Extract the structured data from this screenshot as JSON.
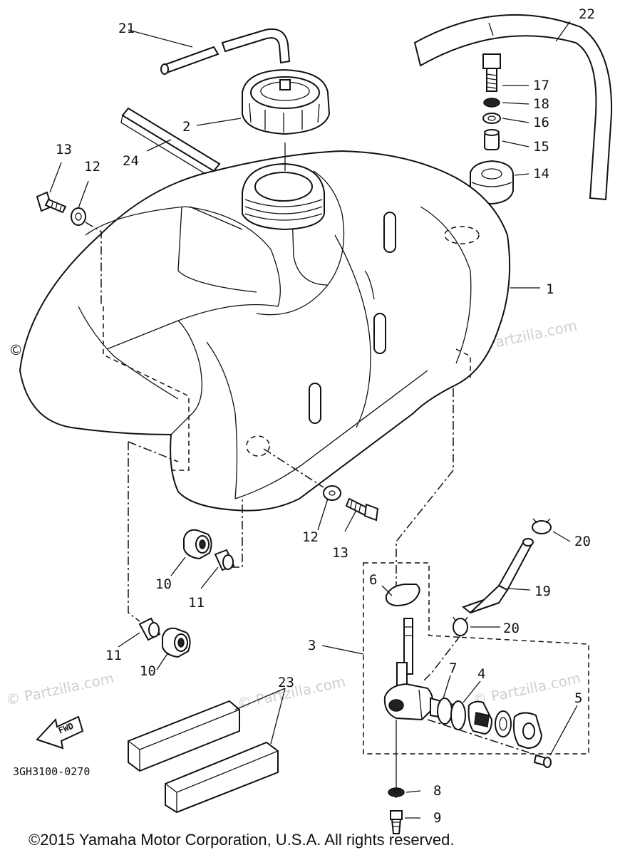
{
  "callouts": {
    "c1": "1",
    "c2": "2",
    "c3": "3",
    "c4": "4",
    "c5": "5",
    "c6": "6",
    "c7": "7",
    "c8": "8",
    "c9": "9",
    "c10a": "10",
    "c10b": "10",
    "c11a": "11",
    "c11b": "11",
    "c12a": "12",
    "c12b": "12",
    "c13a": "13",
    "c13b": "13",
    "c14": "14",
    "c15": "15",
    "c16": "16",
    "c17": "17",
    "c18": "18",
    "c19": "19",
    "c20a": "20",
    "c20b": "20",
    "c21": "21",
    "c22": "22",
    "c23": "23",
    "c24": "24"
  },
  "fwd_label": "FWD",
  "part_code": "3GH3100-0270",
  "watermark_left": "© Partzilla.com",
  "watermark_repeat": "© Partzilla.com",
  "copyright": "©2015 Yamaha Motor Corporation, U.S.A. All rights reserved."
}
